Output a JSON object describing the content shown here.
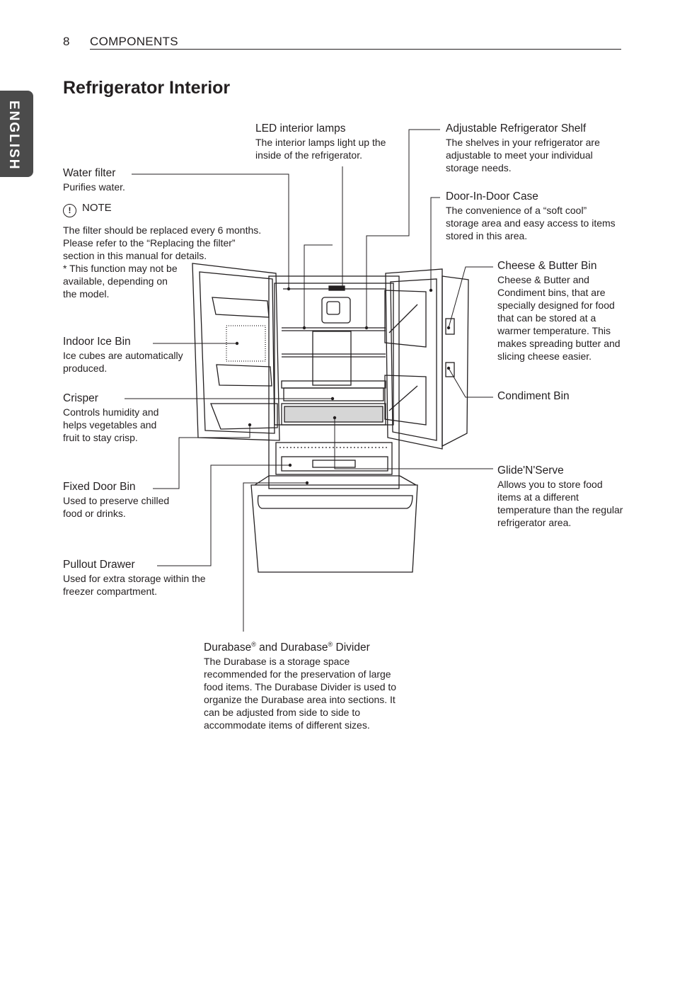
{
  "header": {
    "page_number": "8",
    "section": "COMPONENTS"
  },
  "side_tab": "ENGLISH",
  "title": "Refrigerator Interior",
  "labels": {
    "led": {
      "title": "LED interior lamps",
      "desc": "The interior lamps light up the inside of the refrigerator."
    },
    "shelf": {
      "title": "Adjustable Refrigerator Shelf",
      "desc": "The shelves in your refrigerator are adjustable to meet your individual storage needs."
    },
    "water": {
      "title": "Water filter",
      "desc": "Purifies water."
    },
    "note": {
      "head": "NOTE",
      "body": "The filter should be replaced every 6 months. Please refer to the “Replacing the filter” section in this manual for details.",
      "bullet": "* This function may not be available, depending on the model."
    },
    "did": {
      "title": "Door-In-Door Case",
      "desc": "The convenience of a “soft cool” storage area and easy access to items stored in this area."
    },
    "cheese": {
      "title": "Cheese & Butter Bin",
      "desc": "Cheese & Butter and Condiment bins, that are specially designed for food that can be stored at a warmer temperature. This makes spreading butter and slicing cheese easier."
    },
    "ice": {
      "title": "Indoor Ice Bin",
      "desc": "Ice cubes are automatically produced."
    },
    "crisper": {
      "title": "Crisper",
      "desc": "Controls humidity and helps vegetables and fruit to stay crisp."
    },
    "condiment": {
      "title": "Condiment Bin"
    },
    "fixed": {
      "title": "Fixed Door Bin",
      "desc": "Used to preserve chilled food or drinks."
    },
    "glide": {
      "title": "Glide'N'Serve",
      "desc": "Allows you to store food items at a different temperature than the regular refrigerator area."
    },
    "pullout": {
      "title": "Pullout Drawer",
      "desc": "Used for extra storage within the freezer compartment."
    },
    "durabase": {
      "title_a": "Durabase",
      "reg": "®",
      "title_b": " and Durabase",
      "title_c": " Divider",
      "desc": "The Durabase is a storage space recommended for the preservation of large food items. The Durabase Divider is used to organize the Durabase area into sections. It can be adjusted from side to side to accommodate items of different sizes."
    }
  }
}
